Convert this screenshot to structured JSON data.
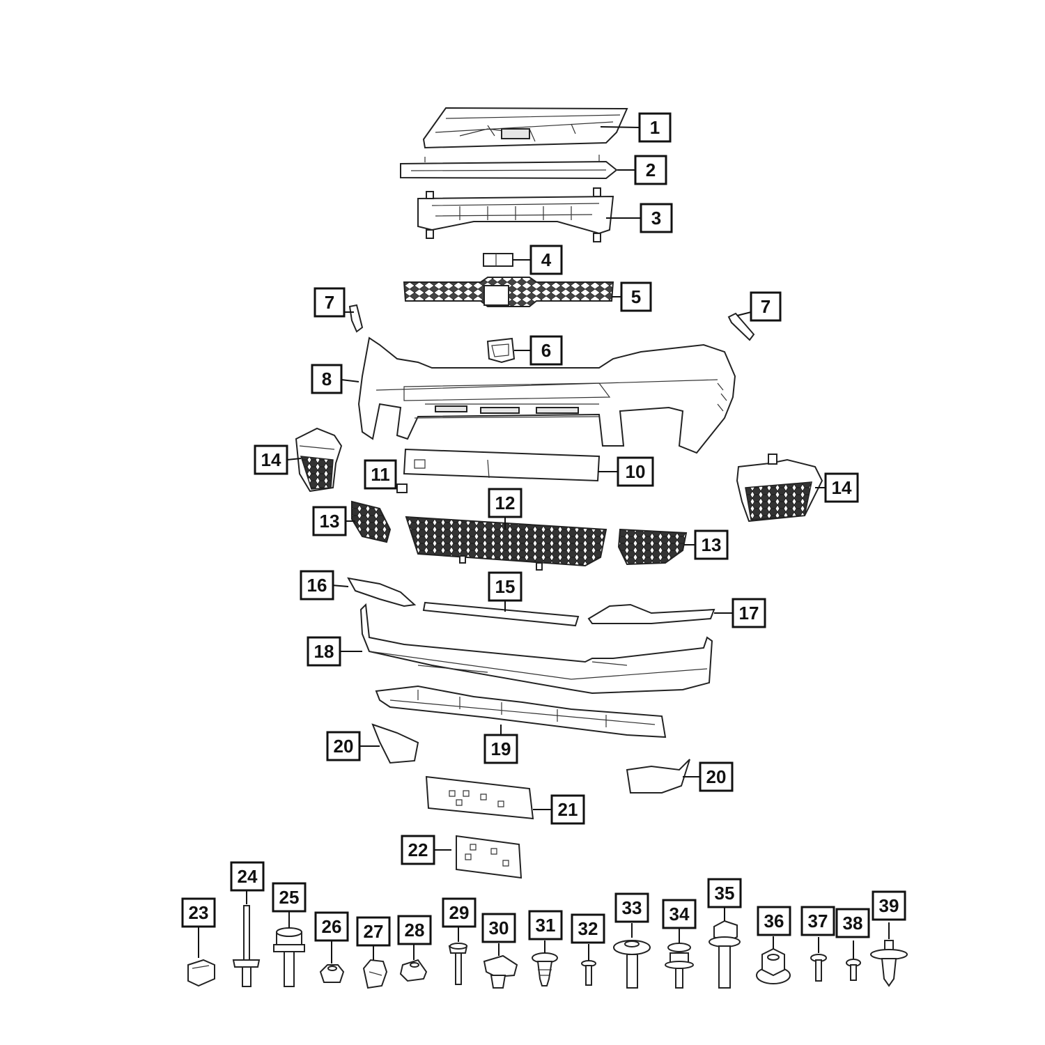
{
  "diagram": {
    "callouts": [
      "1",
      "2",
      "3",
      "4",
      "5",
      "6",
      "7",
      "7",
      "8",
      "10",
      "11",
      "12",
      "13",
      "13",
      "14",
      "14",
      "15",
      "16",
      "17",
      "18",
      "19",
      "20",
      "20",
      "21",
      "22",
      "23",
      "24",
      "25",
      "26",
      "27",
      "28",
      "29",
      "30",
      "31",
      "32",
      "33",
      "34",
      "35",
      "36",
      "37",
      "38",
      "39"
    ]
  },
  "colors": {
    "line": "#222222",
    "background": "#ffffff",
    "shade": "#e6e6e6"
  }
}
